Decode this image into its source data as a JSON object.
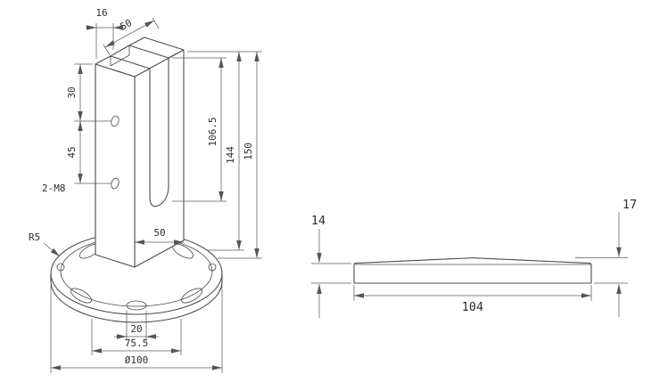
{
  "drawing": {
    "background": "#ffffff",
    "line_color": "#4d4d4d",
    "spigot_view": {
      "dims": {
        "wall_thickness": "16",
        "top_depth": "50",
        "hole_top_offset": "30",
        "hole_spacing": "45",
        "thread_label": "2-M8",
        "slot_depth": "106.5",
        "body_height": "144",
        "overall_height": "150",
        "body_depth": "50",
        "fillet_radius": "R5",
        "slot_width": "20",
        "hole_pitch": "75.5",
        "base_diameter": "Ø100"
      }
    },
    "cover_view": {
      "dims": {
        "edge_height": "14",
        "overall_height": "17",
        "width": "104"
      }
    }
  }
}
